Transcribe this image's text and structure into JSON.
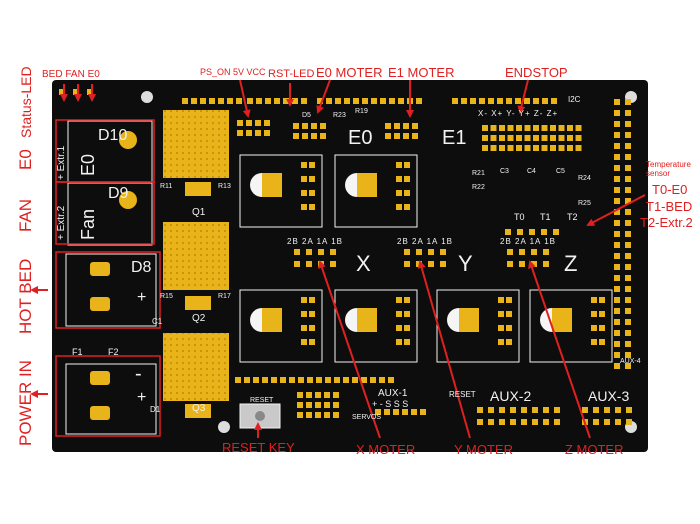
{
  "callouts": {
    "bed_fan_e0": "BED FAN E0",
    "status_led": "Status-LED",
    "ps_on": "PS_ON 5V VCC",
    "rst_led": "RST-LED",
    "e0_moter": "E0 MOTER",
    "e1_moter": "E1 MOTER",
    "endstop": "ENDSTOP",
    "temperature_sensor": "Temperature sensor",
    "t0": "T0-E0",
    "t1": "T1-BED",
    "t2": "T2-Extr.2",
    "e0": "E0",
    "fan": "FAN",
    "hot_bed": "HOT BED",
    "power_in": "POWER IN",
    "reset_key": "RESET KEY",
    "x_moter": "X MOTER",
    "y_moter": "Y MOTER",
    "z_moter": "Z MOTER"
  },
  "silkscreen": {
    "d10": "D10",
    "d9": "D9",
    "d8": "D8",
    "e0_big": "E0",
    "fan_big": "Fan",
    "extr1": "+ Extr.1",
    "extr2": "+ Extr.2",
    "e0_header": "E0",
    "e1_header": "E1",
    "x_axis": "X",
    "y_axis": "Y",
    "z_axis": "Z",
    "q1": "Q1",
    "q2": "Q2",
    "q3": "Q3",
    "f1": "F1",
    "f2": "F2",
    "c1": "C1",
    "d1": "D1",
    "i2c": "I2C",
    "reset": "RESET",
    "servos": "SERVOS",
    "aux1": "AUX-1",
    "aux2": "AUX-2",
    "aux3": "AUX-3",
    "aux4": "AUX-4",
    "t0": "T0",
    "t1": "T1",
    "t2": "T2",
    "pin_2b": "2B",
    "pin_2a": "2A",
    "pin_1a": "1A",
    "pin_1b": "1B",
    "endstop_pins": "X- X+ Y- Y+ Z- Z+",
    "aux1_pins": "+ - S S S",
    "c3": "C3",
    "c4": "C4",
    "c5": "C5",
    "r11": "R11",
    "r13": "R13",
    "r15": "R15",
    "r17": "R17",
    "r19": "R19",
    "r21": "R21",
    "r22": "R22",
    "r23": "R23",
    "r24": "R24",
    "r25": "R25",
    "d5": "D5",
    "plus": "+",
    "minus": "-"
  },
  "colors": {
    "board": "#0d0d0d",
    "pad_gold": "#e8b41a",
    "silk": "#f2f2f2",
    "callout": "#e02020",
    "frame": "#e02020"
  }
}
